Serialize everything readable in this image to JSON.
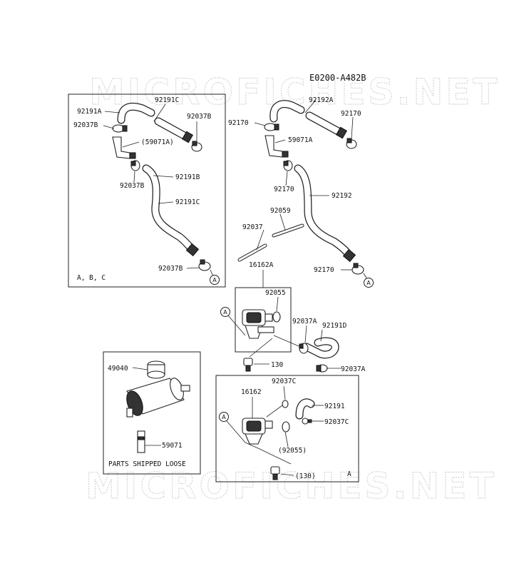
{
  "diagram_code": "E0200-A482B",
  "watermark": "MICROFICHES.NET",
  "panels": {
    "abc_note": "A, B, C",
    "a_note": "A",
    "loose_caption": "PARTS SHIPPED LOOSE"
  },
  "callout_letter": "A",
  "labels": {
    "p92191A": "92191A",
    "p92191C_top": "92191C",
    "p92037B_left": "92037B",
    "p92037B_right": "92037B",
    "p59071A_left": "(59071A)",
    "p92037B_mid": "92037B",
    "p92191B": "92191B",
    "p92191C_mid": "92191C",
    "p92037B_bottom": "92037B",
    "p92192A": "92192A",
    "p92170_tl": "92170",
    "p92170_tr": "92170",
    "p59071A_right": "59071A",
    "p92170_mid": "92170",
    "p92192": "92192",
    "p92059": "92059",
    "p92037": "92037",
    "p92170_bottom": "92170",
    "p16162A": "16162A",
    "p92055": "92055",
    "p92037A_top": "92037A",
    "p92191D": "92191D",
    "p130": "130",
    "p92037A_bottom": "92037A",
    "p49040": "49040",
    "p59071": "59071",
    "p92037C_top": "92037C",
    "p16162": "16162",
    "p92191": "92191",
    "p92037C_right": "92037C",
    "p92055_paren": "(92055)",
    "p130_paren": "(130)"
  }
}
